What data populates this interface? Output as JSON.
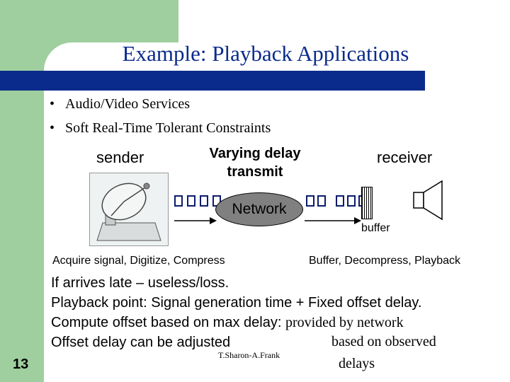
{
  "slide": {
    "title": "Example: Playback Applications",
    "bullets": [
      "Audio/Video Services",
      "Soft Real-Time Tolerant Constraints"
    ],
    "diagram": {
      "sender": "sender",
      "varying_delay": "Varying delay",
      "transmit": "transmit",
      "receiver": "receiver",
      "network": "Network",
      "buffer": "buffer",
      "acquire": "Acquire signal, Digitize, Compress",
      "playback": "Buffer, Decompress, Playback"
    },
    "lines": [
      "If arrives late – useless/loss.",
      "Playback point: Signal generation time + Fixed offset delay.",
      "Compute offset based on max delay: ",
      "Offset delay can be adjusted"
    ],
    "notes": [
      "provided by network",
      "based on observed",
      "delays"
    ],
    "author": "T.Sharon-A.Frank",
    "page_number": "13",
    "colors": {
      "green": "#9fcf9f",
      "navy": "#0b2b8c",
      "network_fill": "#808080"
    }
  }
}
